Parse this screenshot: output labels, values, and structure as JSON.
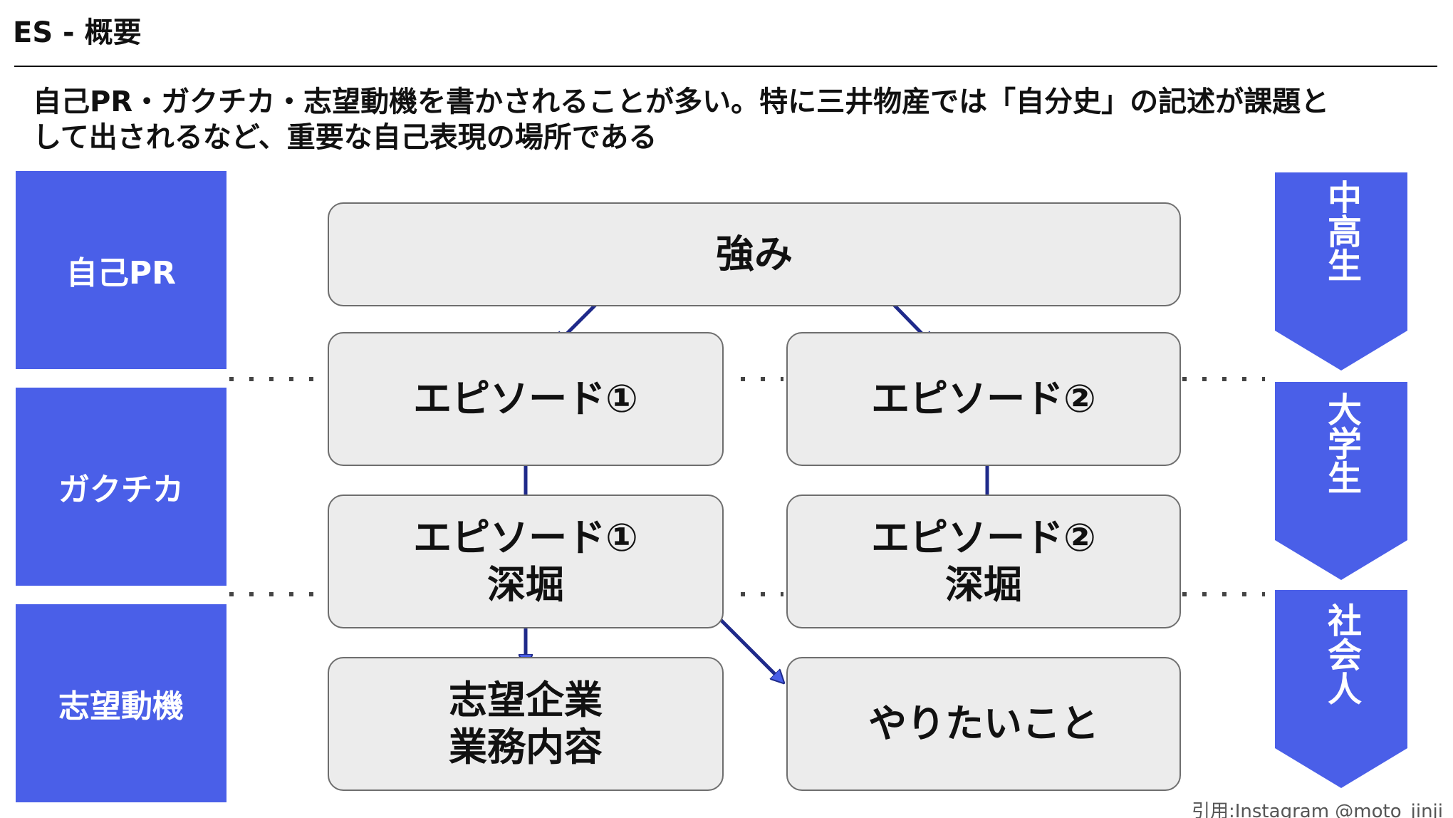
{
  "header": {
    "title": "ES - 概要"
  },
  "summary": {
    "line1": "自己PR・ガクチカ・志望動機を書かされることが多い。特に三井物産では「自分史」の記述が課題と",
    "line2": "して出されるなど、重要な自己表現の場所である"
  },
  "stages": {
    "pr": "自己PR",
    "gakuchika": "ガクチカ",
    "motivation": "志望動機"
  },
  "nodes": {
    "strength": "強み",
    "episode1": "エピソード①",
    "episode2": "エピソード②",
    "episode1_deep": {
      "line1": "エピソード①",
      "line2": "深堀"
    },
    "episode2_deep": {
      "line1": "エピソード②",
      "line2": "深堀"
    },
    "company": {
      "line1": "志望企業",
      "line2": "業務内容"
    },
    "want_to_do": "やりたいこと"
  },
  "life_stages": {
    "high_school": "中高生",
    "university": "大学生",
    "working": "社会人"
  },
  "credit": "引用:Instagram @moto_jinji",
  "colors": {
    "stage_fill": "#4a5fe8",
    "arrow_fill": "#4a5fe8",
    "node_fill": "#ececec",
    "node_border": "#6e6e6e"
  }
}
